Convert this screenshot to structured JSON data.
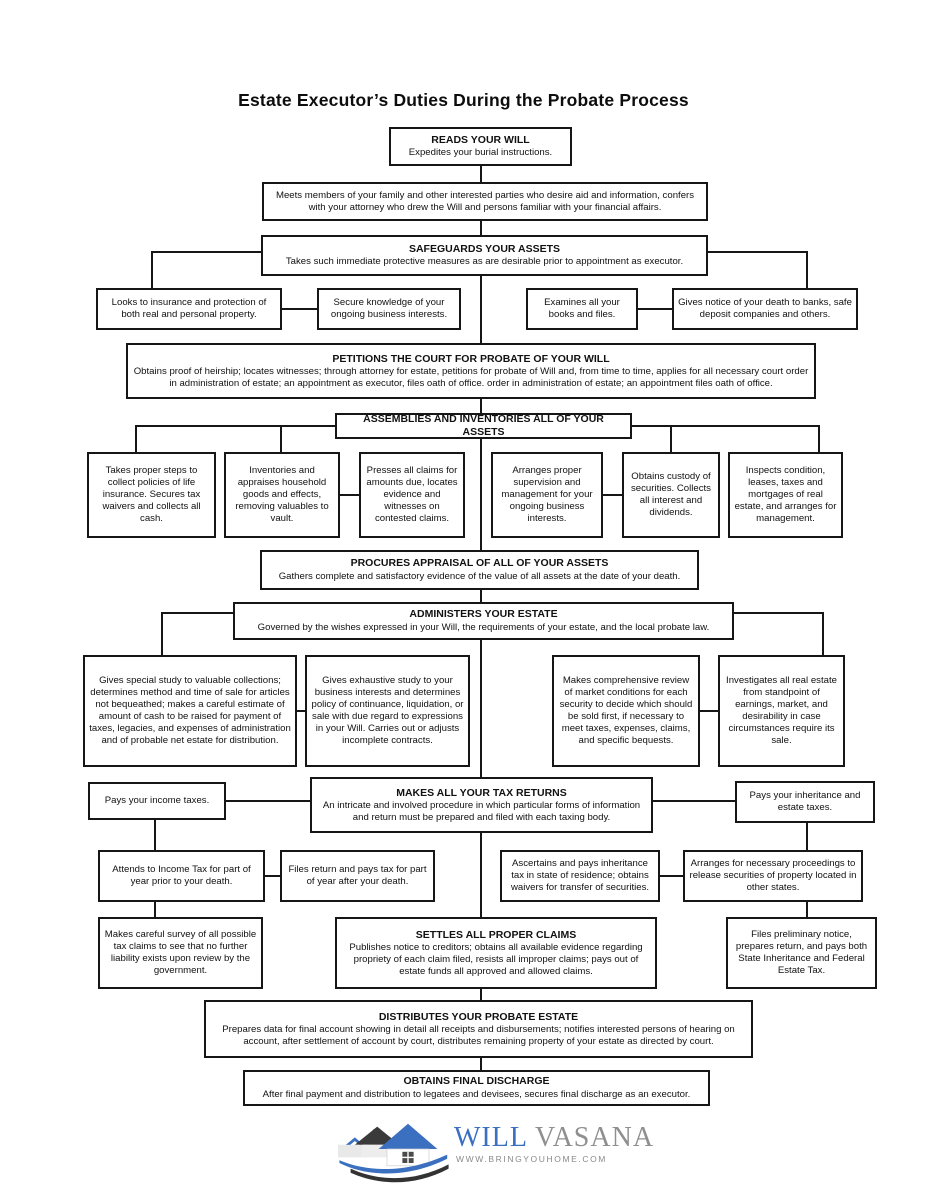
{
  "page": {
    "title": "Estate Executor’s Duties During the Probate Process"
  },
  "nodes": {
    "reads": {
      "title": "READS YOUR WILL",
      "body": "Expedites your burial instructions."
    },
    "meets": {
      "body": "Meets members of your family and other interested parties who desire aid and information, confers with your attorney who drew the Will and persons familiar with your financial affairs."
    },
    "safeguards": {
      "title": "SAFEGUARDS YOUR ASSETS",
      "body": "Takes such immediate protective measures as are desirable prior to appointment as executor."
    },
    "looks": {
      "body": "Looks to insurance and protection of both real and personal property."
    },
    "secure": {
      "body": "Secure knowledge of your ongoing business interests."
    },
    "examines": {
      "body": "Examines all your books and files."
    },
    "notice": {
      "body": "Gives notice of your death to banks, safe deposit companies and others."
    },
    "petitions": {
      "title": "PETITIONS THE COURT FOR PROBATE OF YOUR WILL",
      "body": "Obtains proof of heirship; locates witnesses; through attorney for estate, petitions for probate of Will and, from time to time, applies for all necessary court order in administration of estate; an appointment as executor, files oath of office. order in administration of estate; an appointment files oath of office."
    },
    "assemblies": {
      "title": "ASSEMBLIES AND INVENTORIES ALL OF YOUR ASSETS"
    },
    "takes": {
      "body": "Takes proper steps to collect policies of life insurance. Secures tax waivers and collects all cash."
    },
    "inventories": {
      "body": "Inventories and appraises household goods and effects, removing valuables to vault."
    },
    "presses": {
      "body": "Presses all claims for amounts due, locates evidence and witnesses on contested claims."
    },
    "supervision": {
      "body": "Arranges proper supervision and management for your ongoing business interests."
    },
    "custody": {
      "body": "Obtains custody of securities. Collects all interest and dividends."
    },
    "inspects": {
      "body": "Inspects condition, leases, taxes and mortgages of real estate, and arranges for management."
    },
    "procures": {
      "title": "PROCURES APPRAISAL OF ALL OF YOUR ASSETS",
      "body": "Gathers complete and satisfactory evidence of the value of all assets at the date of your death."
    },
    "administers": {
      "title": "ADMINISTERS YOUR ESTATE",
      "body": "Governed by the wishes expressed in your Will, the requirements of your estate, and the local probate law."
    },
    "special": {
      "body": "Gives special study to valuable collections; determines method and time of sale for articles not bequeathed; makes a careful estimate of amount of cash to be raised for payment of taxes, legacies, and expenses of administration and of probable net estate for distribution."
    },
    "exhaustive": {
      "body": "Gives exhaustive study to your business interests and determines policy of continuance, liquidation, or sale with due regard to expressions in your Will. Carries out or adjusts incomplete contracts."
    },
    "comprehensive": {
      "body": "Makes comprehensive review of market conditions for each security to decide which should be sold first, if necessary to meet taxes, expenses, claims, and specific bequests."
    },
    "investigates": {
      "body": "Investigates all real estate from standpoint of earnings, market, and desirability in case circumstances require its sale."
    },
    "income": {
      "body": "Pays your income taxes."
    },
    "returns": {
      "title": "MAKES ALL YOUR TAX RETURNS",
      "body": "An intricate and involved procedure in which particular forms of information and return must be prepared and filed with each taxing body."
    },
    "inheritance": {
      "body": "Pays your inheritance and estate taxes."
    },
    "attends": {
      "body": "Attends to Income Tax for part of year prior to your death."
    },
    "files_return": {
      "body": "Files return and pays tax for part of year after your death."
    },
    "ascertains": {
      "body": "Ascertains and pays inheritance tax in state of residence; obtains waivers for transfer of securities."
    },
    "proceedings": {
      "body": "Arranges for necessary proceedings to release securities of property located in other states."
    },
    "survey": {
      "body": "Makes careful survey of all possible tax claims to see that no further liability exists upon review by the government."
    },
    "settles": {
      "title": "SETTLES ALL PROPER CLAIMS",
      "body": "Publishes notice to creditors; obtains all available evidence regarding propriety of each claim filed, resists all improper claims; pays out of estate funds all approved and allowed claims."
    },
    "preliminary": {
      "body": "Files preliminary notice, prepares return, and pays both State Inheritance and Federal Estate Tax."
    },
    "distributes": {
      "title": "DISTRIBUTES YOUR PROBATE ESTATE",
      "body": "Prepares data for final account showing in detail all receipts and disbursements; notifies interested persons of hearing on account, after settlement of account by court, distributes remaining property of your estate as directed by court."
    },
    "discharge": {
      "title": "OBTAINS FINAL DISCHARGE",
      "body": "After final payment and distribution to legatees and devisees, secures final discharge as an executor."
    }
  },
  "logo": {
    "brand_primary": "WILL",
    "brand_secondary": "VASANA",
    "website": "WWW.BRINGYOUHOME.COM",
    "colors": {
      "blue": "#3b6fc0",
      "dark": "#3a3a3a",
      "gray": "#8f8f8f"
    }
  }
}
